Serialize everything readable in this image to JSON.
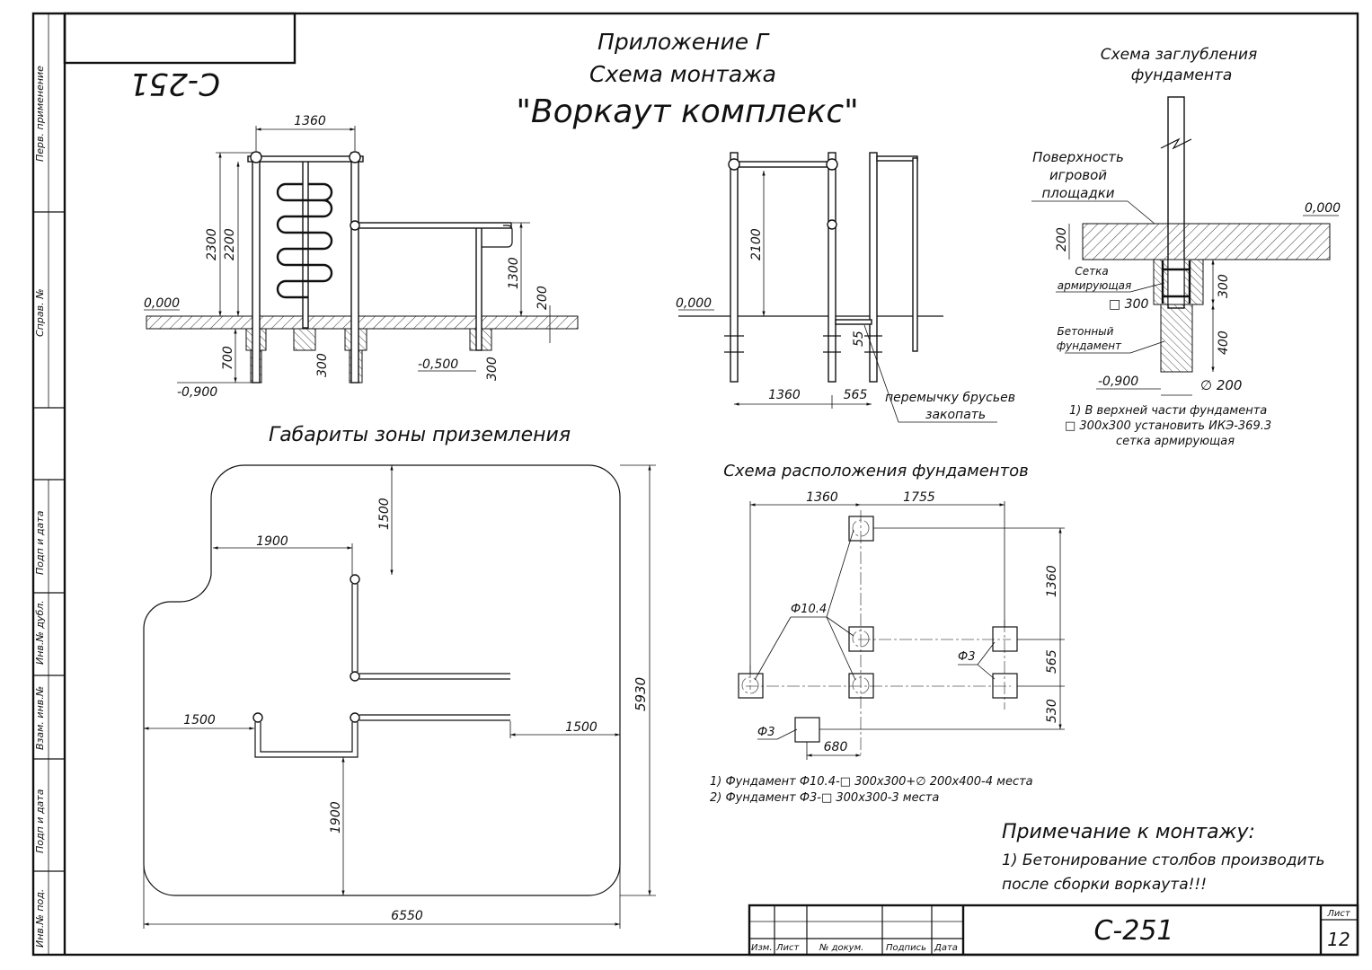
{
  "sheet_code": "С-251",
  "sheet_code_mirrored": "С-251",
  "header": {
    "appendix": "Приложение Г",
    "scheme": "Схема монтажа",
    "title": "\"Воркаут комплекс\""
  },
  "side_stamps": {
    "perv_primenenie": "Перв. применение",
    "sprav_no": "Справ. №",
    "podp_i_data_1": "Подп и дата",
    "inv_no_dubl": "Инв.№ дубл.",
    "vzam_inv_no": "Взам. инв.№",
    "podp_i_data_2": "Подп и дата",
    "inv_no_pod": "Инв.№ под."
  },
  "front_view": {
    "dim_width": "1360",
    "dim_h_2300": "2300",
    "dim_h_2200": "2200",
    "dim_h_1300": "1300",
    "dim_h_200": "200",
    "dim_700": "700",
    "dim_300a": "300",
    "dim_300b": "300",
    "level_zero": "0,000",
    "level_minus_0500": "-0,500",
    "level_minus_0900": "-0,900"
  },
  "side_view": {
    "level_zero": "0,000",
    "dim_2100": "2100",
    "dim_55": "55",
    "dim_1360": "1360",
    "dim_565": "565",
    "note_line1": "перемычку брусьев",
    "note_line2": "закопать"
  },
  "depth_scheme": {
    "title_line1": "Схема заглубления",
    "title_line2": "фундамента",
    "surface_line1": "Поверхность",
    "surface_line2": "игровой",
    "surface_line3": "площадки",
    "level_zero": "0,000",
    "dim_200": "200",
    "mesh_line1": "Сетка",
    "mesh_line2": "армирующая",
    "square_300": "□ 300",
    "dim_300": "300",
    "concrete_line1": "Бетонный",
    "concrete_line2": "фундамент",
    "dim_400": "400",
    "level_minus_0900": "-0,900",
    "diameter_200": "∅ 200",
    "note_line1": "1) В верхней части фундамента",
    "note_line2": "□ 300х300 установить ИКЭ-369.3",
    "note_line3": "сетка армирующая"
  },
  "landing_zone": {
    "title": "Габариты зоны приземления",
    "dim_1500_top": "1500",
    "dim_1900_top": "1900",
    "dim_1500_left": "1500",
    "dim_1500_right": "1500",
    "dim_1900_bottom": "1900",
    "dim_5930": "5930",
    "dim_6550": "6550"
  },
  "foundation_layout": {
    "title": "Схема расположения фундаментов",
    "dim_1360_top": "1360",
    "dim_1755": "1755",
    "dim_1360_right": "1360",
    "dim_565": "565",
    "dim_530": "530",
    "dim_680": "680",
    "label_f104": "Ф10.4",
    "label_f3a": "Ф3",
    "label_f3b": "Ф3",
    "note1": "1) Фундамент Ф10.4-□ 300х300+∅ 200х400-4 места",
    "note2": "2) Фундамент Ф3-□ 300х300-3 места"
  },
  "mounting_note": {
    "title": "Примечание к монтажу:",
    "line1": "1) Бетонирование столбов производить",
    "line2": "после сборки воркаута!!!"
  },
  "title_block": {
    "izm": "Изм.",
    "list": "Лист",
    "dokum": "№ докум.",
    "podpis": "Подпись",
    "data": "Дата",
    "code": "С-251",
    "list_label": "Лист",
    "list_number": "12"
  }
}
